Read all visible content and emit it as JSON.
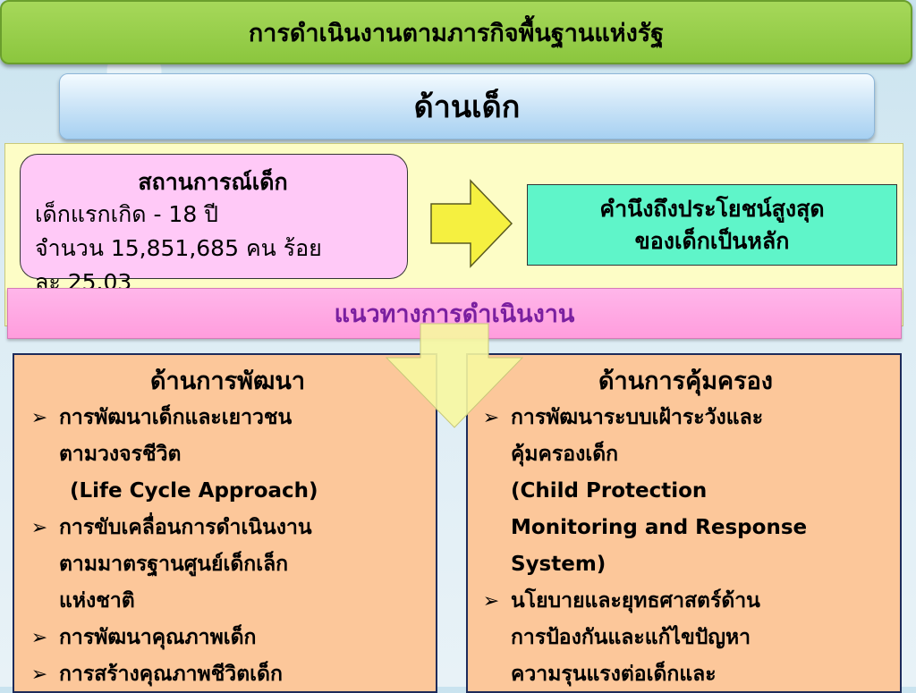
{
  "header": {
    "title": "การดำเนินงานตามภารกิจพื้นฐานแห่งรัฐ"
  },
  "section": {
    "title": "ด้านเด็ก"
  },
  "situation": {
    "title": "สถานการณ์เด็ก",
    "line1": "เด็กแรกเกิด - 18 ปี",
    "line2": "จำนวน 15,851,685 คน  ร้อย",
    "line3": "ละ 25.03"
  },
  "goal": {
    "line1": "คำนึงถึงประโยชน์สูงสุด",
    "line2": "ของเด็กเป็นหลัก"
  },
  "approach": {
    "title": "แนวทางการดำเนินงาน"
  },
  "development": {
    "title": "ด้านการพัฒนา",
    "items": [
      {
        "lines": [
          "การพัฒนาเด็กและเยาวชน",
          "ตามวงจรชีวิต"
        ],
        "extra": "(Life Cycle Approach)"
      },
      {
        "lines": [
          "การขับเคลื่อนการดำเนินงาน",
          "ตามมาตรฐานศูนย์เด็กเล็ก",
          "แห่งชาติ"
        ]
      },
      {
        "lines": [
          "การพัฒนาคุณภาพเด็ก"
        ]
      },
      {
        "lines": [
          "การสร้างคุณภาพชีวิตเด็ก"
        ]
      }
    ]
  },
  "protection": {
    "title": "ด้านการคุ้มครอง",
    "items": [
      {
        "lines": [
          "การพัฒนาระบบเฝ้าระวังและ",
          "คุ้มครองเด็ก",
          "(Child Protection",
          "Monitoring and Response",
          "System)"
        ]
      },
      {
        "lines": [
          "นโยบายและยุทธศาสตร์ด้าน",
          "การป้องกันและแก้ไขปัญหา",
          "ความรุนแรงต่อเด็กและ"
        ]
      }
    ]
  },
  "colors": {
    "title_green": "#8bc63e",
    "section_blue": "#a6d0f1",
    "panel_yellow": "#fdfdc6",
    "situation_pink": "#ffc9f7",
    "goal_teal": "#5ff5c9",
    "approach_pink": "#ff9ddd",
    "column_orange": "#fcc79a",
    "arrow_yellow": "#f5f040"
  },
  "icons": {
    "right_arrow": "right-arrow-icon",
    "down_arrow": "down-arrow-icon",
    "bullet": "arrow-bullet-icon"
  }
}
